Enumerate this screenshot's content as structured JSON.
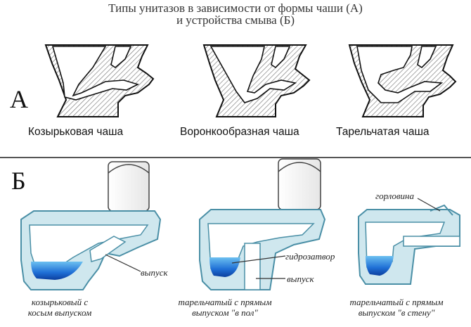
{
  "title": {
    "line1": "Типы унитазов в зависимости от формы чаши (А)",
    "line2": "и устройства смыва (Б)"
  },
  "section_a": {
    "letter": "А",
    "bowls": [
      {
        "label": "Козырьковая чаша"
      },
      {
        "label": "Воронкообразная чаша"
      },
      {
        "label": "Тарельчатая чаша"
      }
    ]
  },
  "section_b": {
    "letter": "Б",
    "callouts": {
      "outlet_left": "выпуск",
      "water_seal": "гидрозатвор",
      "outlet_mid": "выпуск",
      "neck": "горловина"
    },
    "toilets": [
      {
        "caption_line1": "козырьковый с",
        "caption_line2": "косым выпуском"
      },
      {
        "caption_line1": "тарельчатый с прямым",
        "caption_line2": "выпуском \"в пол\""
      },
      {
        "caption_line1": "тарельчатый с прямым",
        "caption_line2": "выпуском \"в стену\""
      }
    ]
  },
  "colors": {
    "divider": "#555555",
    "porcelain_fill": "#cfe7ee",
    "porcelain_stroke": "#4a8fa6",
    "water": "#1f6fd6",
    "hatch": "#777777"
  }
}
